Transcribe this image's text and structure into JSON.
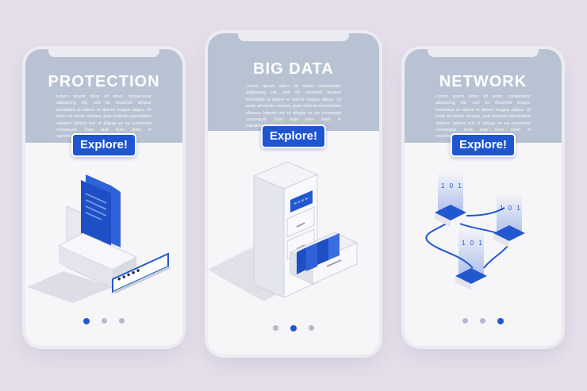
{
  "colors": {
    "accent": "#1f56d0",
    "header_bg": "#b8c2d3",
    "page_bg": "#e4dfea",
    "card_bg": "#f6f6f9"
  },
  "cards": [
    {
      "title": "PROTECTION",
      "body": "Lorem ipsum dolor sit amet, consectetur adipiscing elit, sed do eiusmod tempor incididunt ut labore et dolore magna aliqua. Ut enim ad minim veniam, quis nostrud exercitation ullamco laboris nisi ut aliquip ex ea commodo consequat. Duis aute irure dolor in reprehenderit in voluptate velit esse.",
      "button": "Explore!",
      "active_page": 0,
      "password_mask": "•••••",
      "illustration": "folder-document-password-icon"
    },
    {
      "title": "BIG DATA",
      "body": "Lorem ipsum dolor sit amet, consectetur adipiscing elit, sed do eiusmod tempor incididunt ut labore et dolore magna aliqua. Ut enim ad minim veniam, quis nostrud exercitation ullamco laboris nisi ut aliquip ex ea commodo consequat. Duis aute irure dolor in reprehenderit in voluptate velit esse.",
      "button": "Explore!",
      "active_page": 1,
      "illustration": "file-cabinet-icon"
    },
    {
      "title": "NETWORK",
      "body": "Lorem ipsum dolor sit amet, consectetur adipiscing elit, sed do eiusmod tempor incididunt ut labore et dolore magna aliqua. Ut enim ad minim veniam, quis nostrud exercitation ullamco laboris nisi ut aliquip ex ea commodo consequat. Duis aute irure dolor in reprehenderit in voluptate velit esse.",
      "button": "Explore!",
      "active_page": 2,
      "binary_digits": "1 0 1",
      "illustration": "network-nodes-icon"
    }
  ]
}
